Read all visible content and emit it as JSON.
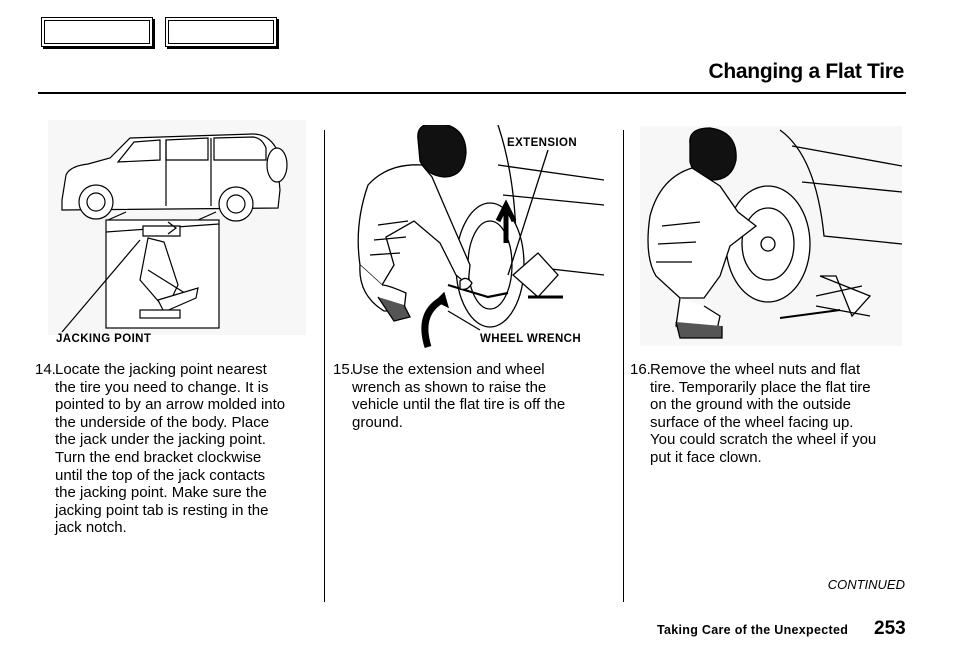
{
  "nav": {
    "prev_label": "",
    "next_label": ""
  },
  "header": {
    "title": "Changing a Flat Tire"
  },
  "figures": {
    "fig1": {
      "callout": "JACKING POINT"
    },
    "fig2": {
      "callout_top": "EXTENSION",
      "callout_bottom": "WHEEL WRENCH"
    },
    "fig3": {}
  },
  "steps": [
    {
      "number": "14.",
      "lines": [
        "Locate the jacking point nearest",
        "the tire you need to change. It is",
        "pointed to by an arrow molded into",
        "the underside of the body. Place",
        "the jack under the jacking point.",
        "Turn the end bracket clockwise",
        "until the top of the jack contacts",
        "the jacking point. Make sure the",
        "jacking point tab is resting in the",
        "jack notch."
      ]
    },
    {
      "number": "15.",
      "lines": [
        "Use the extension and wheel",
        "wrench as shown to raise the",
        "vehicle until the flat tire is off the",
        "ground."
      ]
    },
    {
      "number": "16.",
      "lines": [
        "Remove the wheel nuts and flat",
        "tire. Temporarily place the flat tire",
        "on the ground with the outside",
        "surface of the wheel facing up.",
        "You could scratch the wheel if you",
        "put it face clown."
      ]
    }
  ],
  "footer": {
    "continued": "CONTINUED",
    "section": "Taking Care of the Unexpected",
    "page_number": "253"
  }
}
